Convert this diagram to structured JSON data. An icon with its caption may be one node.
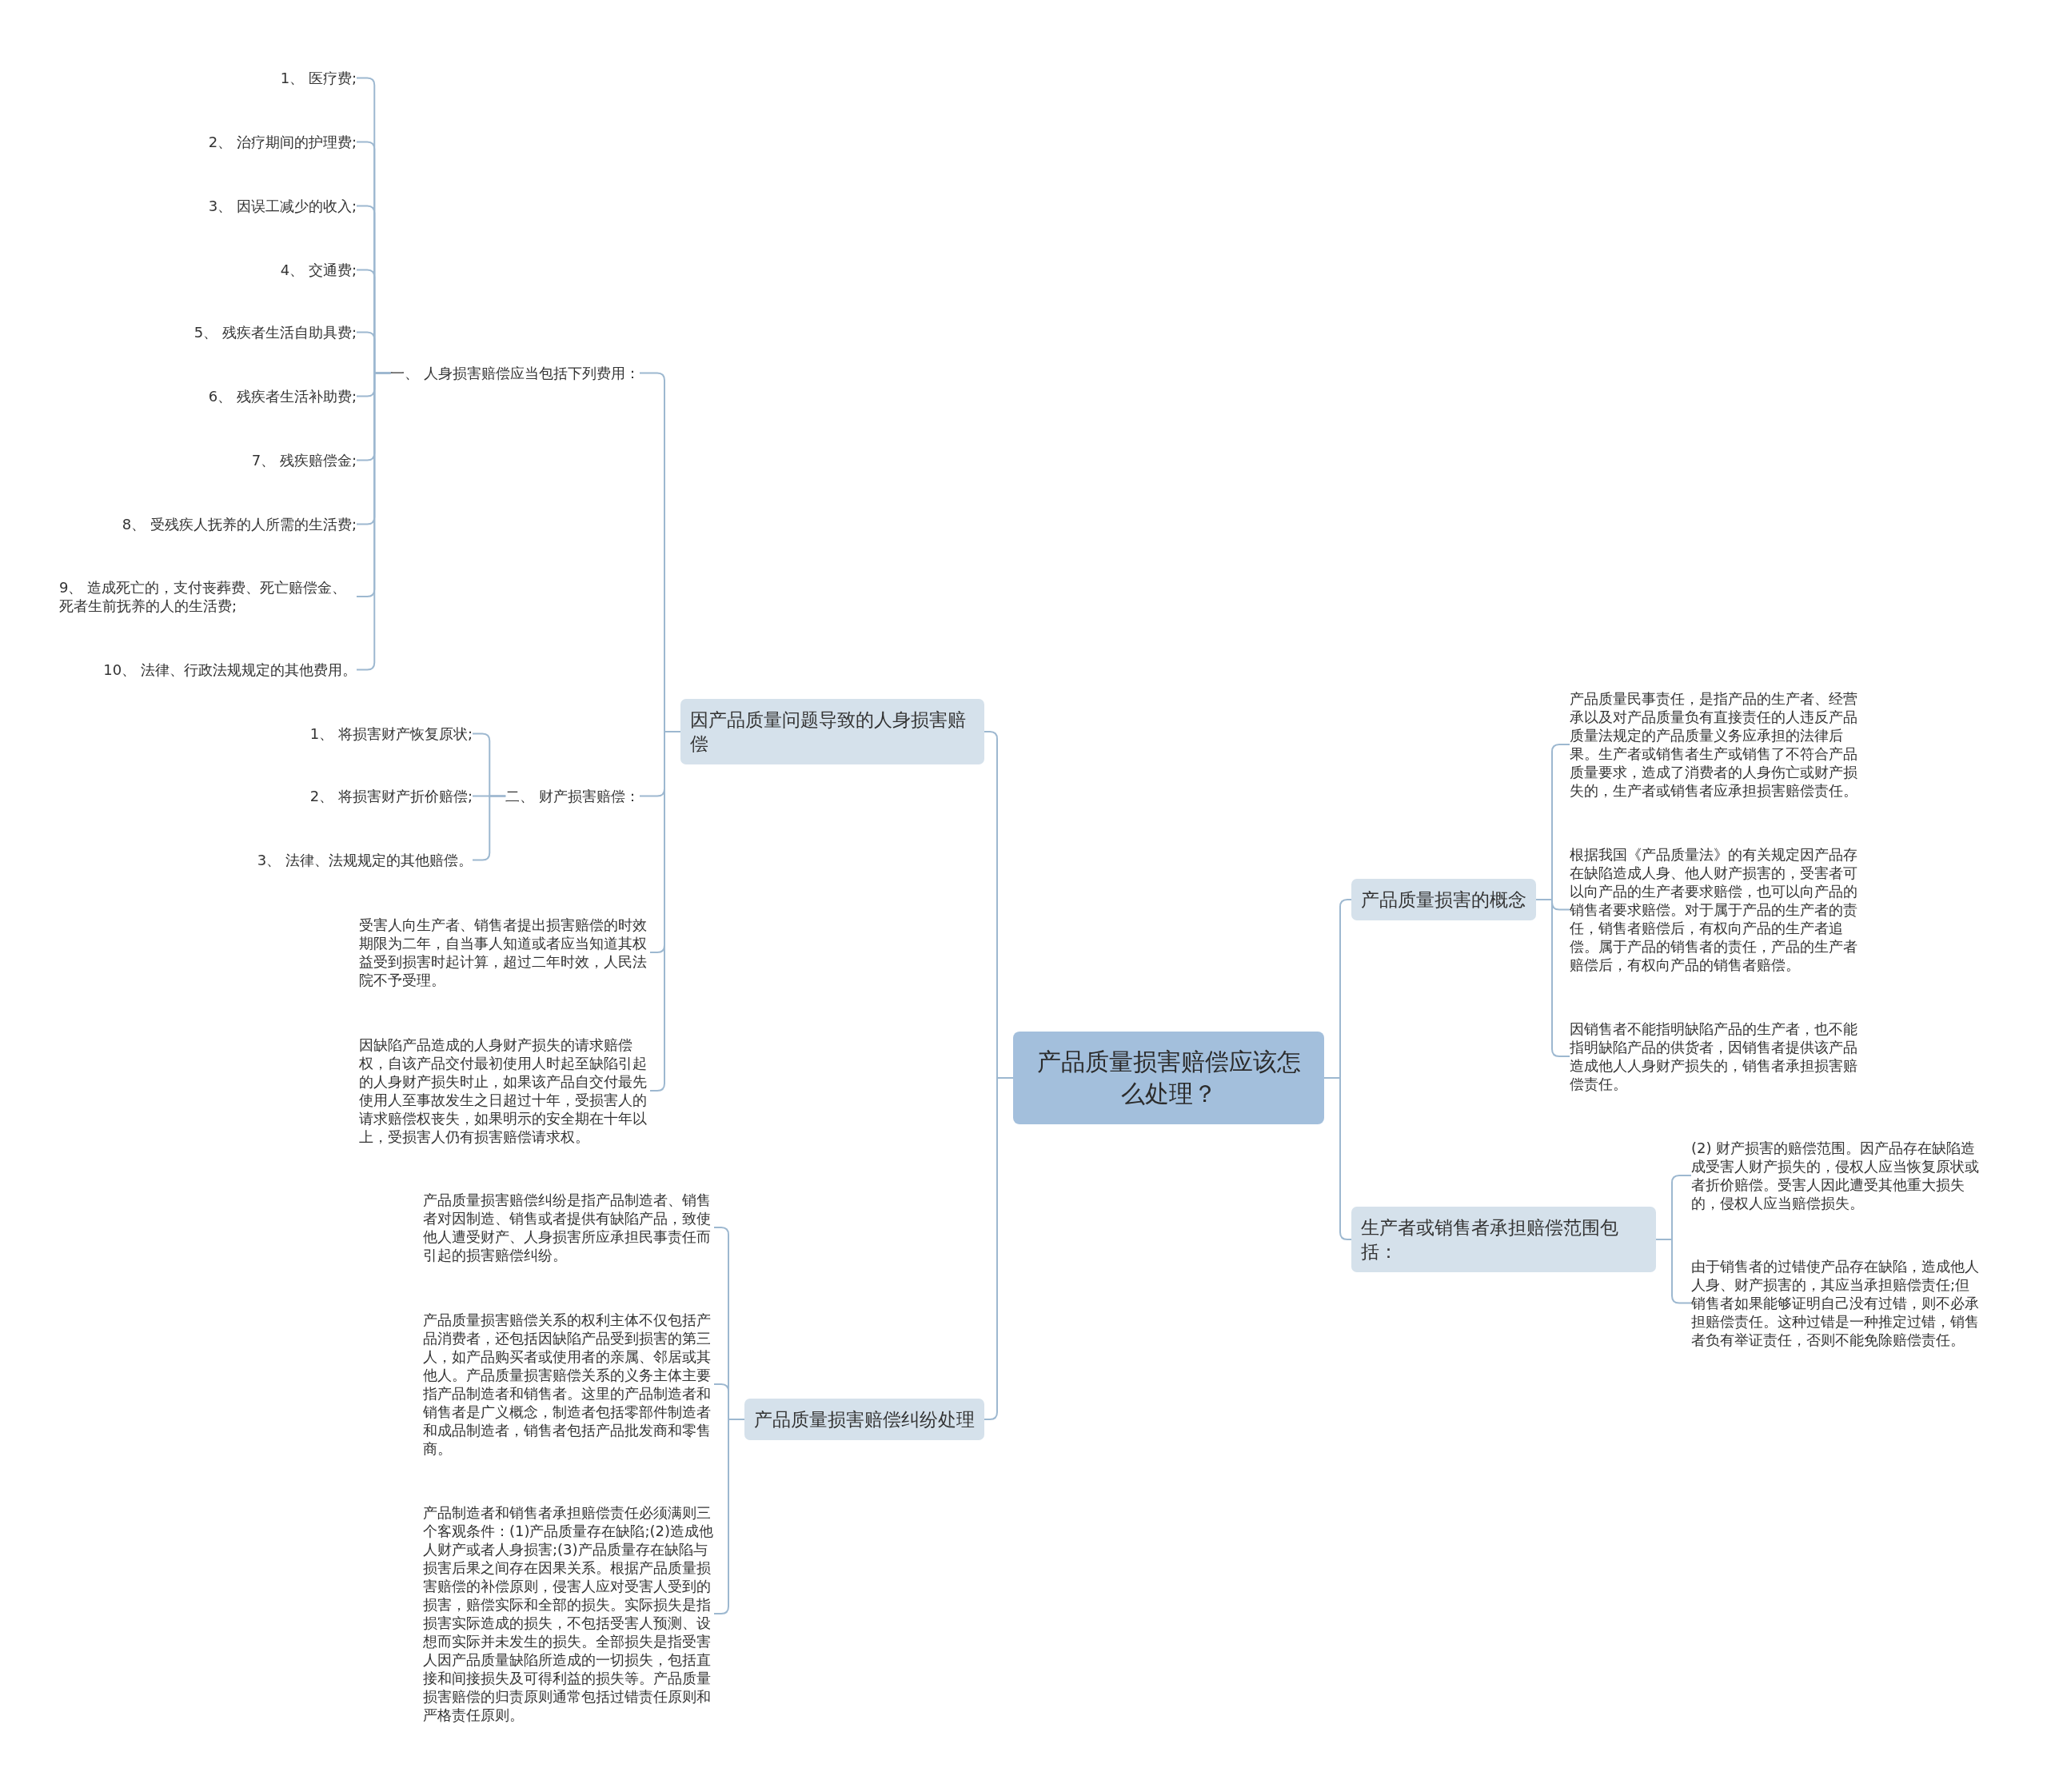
{
  "diagram": {
    "nodes": [
      {
        "text": [
          "产品质量损害赔偿应该怎么处理？"
        ]
      },
      {
        "text": [
          "因产品质量问题导致的人身损害赔偿"
        ]
      },
      {
        "text": [
          "一、 人身损害赔偿应当包括下列费用："
        ]
      },
      {
        "text": [
          "1、 医疗费;"
        ]
      },
      {
        "text": [
          "2、 治疗期间的护理费;"
        ]
      },
      {
        "text": [
          "3、 因误工减少的收入;"
        ]
      },
      {
        "text": [
          "4、 交通费;"
        ]
      },
      {
        "text": [
          "5、 残疾者生活自助具费;"
        ]
      },
      {
        "text": [
          "6、 残疾者生活补助费;"
        ]
      },
      {
        "text": [
          "7、 残疾赔偿金;"
        ]
      },
      {
        "text": [
          "8、 受残疾人抚养的人所需的生活费;"
        ]
      },
      {
        "text": [
          "9、 造成死亡的，支付丧葬费、死亡赔偿金、死者生前抚养的人的生活费;"
        ]
      },
      {
        "text": [
          "10、 法律、行政法规规定的其他费用。"
        ]
      },
      {
        "text": [
          "二、 财产损害赔偿："
        ]
      },
      {
        "text": [
          "1、 将损害财产恢复原状;"
        ]
      },
      {
        "text": [
          "2、 将损害财产折价赔偿;"
        ]
      },
      {
        "text": [
          "3、 法律、法规规定的其他赔偿。"
        ]
      },
      {
        "text": [
          "受害人向生产者、销售者提出损害赔偿的时效期限为二年，自当事人知道或者应当知道其权益受到损害时起计算，超过二年时效，人民法院不予受理。"
        ]
      },
      {
        "text": [
          "因缺陷产品造成的人身财产损失的请求赔偿权，自该产品交付最初使用人时起至缺陷引起的人身财产损失时止，如果该产品自交付最先使用人至事故发生之日超过十年，受损害人的请求赔偿权丧失，如果明示的安全期在十年以上，受损害人仍有损害赔偿请求权。"
        ]
      },
      {
        "text": [
          "产品质量损害赔偿纠纷处理"
        ]
      },
      {
        "text": [
          "产品质量损害赔偿纠纷是指产品制造者、销售者对因制造、销售或者提供有缺陷产品，致使他人遭受财产、人身损害所应承担民事责任而引起的损害赔偿纠纷。"
        ]
      },
      {
        "text": [
          "产品质量损害赔偿关系的权利主体不仅包括产品消费者，还包括因缺陷产品受到损害的第三人，如产品购买者或使用者的亲属、邻居或其他人。产品质量损害赔偿关系的义务主体主要指产品制造者和销售者。这里的产品制造者和销售者是广义概念，制造者包括零部件制造者和成品制造者，销售者包括产品批发商和零售商。"
        ]
      },
      {
        "text": [
          "产品制造者和销售者承担赔偿责任必须满则三个客观条件：(1)产品质量存在缺陷;(2)造成他人财产或者人身损害;(3)产品质量存在缺陷与损害后果之间存在因果关系。根据产品质量损害赔偿的补偿原则，侵害人应对受害人受到的损害，赔偿实际和全部的损失。实际损失是指损害实际造成的损失，不包括受害人预测、设想而实际并未发生的损失。全部损失是指受害人因产品质量缺陷所造成的一切损失，包括直接和间接损失及可得利益的损失等。产品质量损害赔偿的归责原则通常包括过错责任原则和严格责任原则。"
        ]
      },
      {
        "text": [
          "产品质量损害的概念"
        ]
      },
      {
        "text": [
          "产品质量民事责任，是指产品的生产者、经营承以及对产品质量负有直接责任的人违反产品质量法规定的产品质量义务应承担的法律后果。生产者或销售者生产或销售了不符合产品质量要求，造成了消费者的人身伤亡或财产损失的，生产者或销售者应承担损害赔偿责任。"
        ]
      },
      {
        "text": [
          "根据我国《产品质量法》的有关规定因产品存在缺陷造成人身、他人财产损害的，受害者可以向产品的生产者要求赔偿，也可以向产品的销售者要求赔偿。对于属于产品的生产者的责任，销售者赔偿后，有权向产品的生产者追偿。属于产品的销售者的责任，产品的生产者赔偿后，有权向产品的销售者赔偿。"
        ]
      },
      {
        "text": [
          "因销售者不能指明缺陷产品的生产者，也不能指明缺陷产品的供货者，因销售者提供该产品造成他人人身财产损失的，销售者承担损害赔偿责任。"
        ]
      },
      {
        "text": [
          "生产者或销售者承担赔偿范围包括："
        ]
      },
      {
        "text": [
          "(2) 财产损害的赔偿范围。因产品存在缺陷造成受害人财产损失的，侵权人应当恢复原状或者折价赔偿。受害人因此遭受其他重大损失的，侵权人应当赔偿损失。"
        ]
      },
      {
        "text": [
          "由于销售者的过错使产品存在缺陷，造成他人人身、财产损害的，其应当承担赔偿责任;但销售者如果能够证明自己没有过错，则不必承担赔偿责任。这种过错是一种推定过错，销售者负有举证责任，否则不能免除赔偿责任。"
        ]
      }
    ],
    "edges": [
      {
        "from": 0,
        "to": 1,
        "arrow": "none"
      },
      {
        "from": 0,
        "to": 19,
        "arrow": "none"
      },
      {
        "from": 0,
        "to": 23,
        "arrow": "none"
      },
      {
        "from": 0,
        "to": 27,
        "arrow": "none"
      },
      {
        "from": 1,
        "to": 2,
        "arrow": "none"
      },
      {
        "from": 1,
        "to": 13,
        "arrow": "none"
      },
      {
        "from": 1,
        "to": 17,
        "arrow": "none"
      },
      {
        "from": 1,
        "to": 18,
        "arrow": "none"
      },
      {
        "from": 2,
        "to": 3,
        "arrow": "none"
      },
      {
        "from": 2,
        "to": 4,
        "arrow": "none"
      },
      {
        "from": 2,
        "to": 5,
        "arrow": "none"
      },
      {
        "from": 2,
        "to": 6,
        "arrow": "none"
      },
      {
        "from": 2,
        "to": 7,
        "arrow": "none"
      },
      {
        "from": 2,
        "to": 8,
        "arrow": "none"
      },
      {
        "from": 2,
        "to": 9,
        "arrow": "none"
      },
      {
        "from": 2,
        "to": 10,
        "arrow": "none"
      },
      {
        "from": 2,
        "to": 11,
        "arrow": "none"
      },
      {
        "from": 2,
        "to": 12,
        "arrow": "none"
      },
      {
        "from": 13,
        "to": 14,
        "arrow": "none"
      },
      {
        "from": 13,
        "to": 15,
        "arrow": "none"
      },
      {
        "from": 13,
        "to": 16,
        "arrow": "none"
      },
      {
        "from": 19,
        "to": 20,
        "arrow": "none"
      },
      {
        "from": 19,
        "to": 21,
        "arrow": "none"
      },
      {
        "from": 19,
        "to": 22,
        "arrow": "none"
      },
      {
        "from": 23,
        "to": 24,
        "arrow": "none"
      },
      {
        "from": 23,
        "to": 25,
        "arrow": "none"
      },
      {
        "from": 23,
        "to": 26,
        "arrow": "none"
      },
      {
        "from": 27,
        "to": 28,
        "arrow": "none"
      },
      {
        "from": 27,
        "to": 29,
        "arrow": "none"
      }
    ]
  }
}
